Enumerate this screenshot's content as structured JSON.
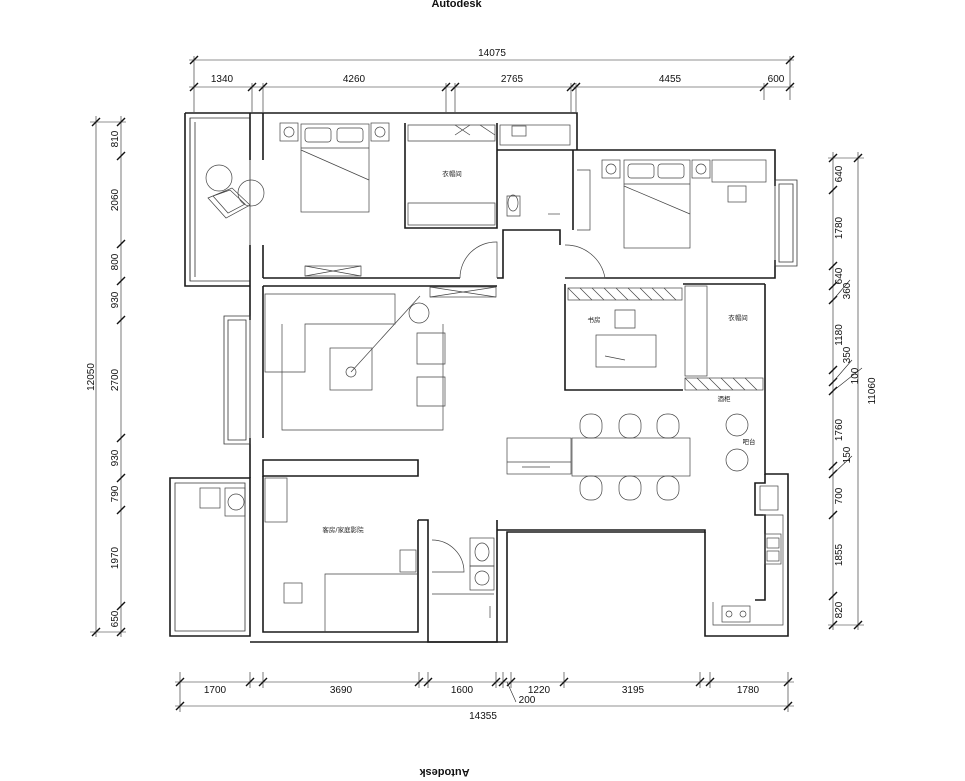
{
  "header": {
    "top": "Autodesk",
    "bottom": "Autodesk"
  },
  "dims_top": {
    "total": "14075",
    "d1": "1340",
    "d2": "4260",
    "d3": "2765",
    "d4": "4455",
    "d5": "600"
  },
  "dims_bottom": {
    "total": "14355",
    "d1": "1700",
    "d2": "3690",
    "d3": "1600",
    "d4": "1220",
    "d5": "3195",
    "d6": "1780",
    "d7": "200"
  },
  "dims_left": {
    "total": "12050",
    "d1": "810",
    "d2": "2060",
    "d3": "800",
    "d4": "930",
    "d5": "2700",
    "d6": "930",
    "d7": "790",
    "d8": "1970",
    "d9": "650"
  },
  "dims_right": {
    "total": "11060",
    "d1": "640",
    "d2": "1780",
    "d3": "640",
    "d4": "360",
    "d5": "1180",
    "d6": "350",
    "d7": "100",
    "d8": "1760",
    "d9": "150",
    "d10": "700",
    "d11": "1855",
    "d12": "820"
  },
  "rooms": {
    "closet1": "衣帽间",
    "study": "书房",
    "closet2": "衣帽间",
    "wine": "酒柜",
    "bar": "吧台",
    "guest": "客房/家庭影院"
  }
}
